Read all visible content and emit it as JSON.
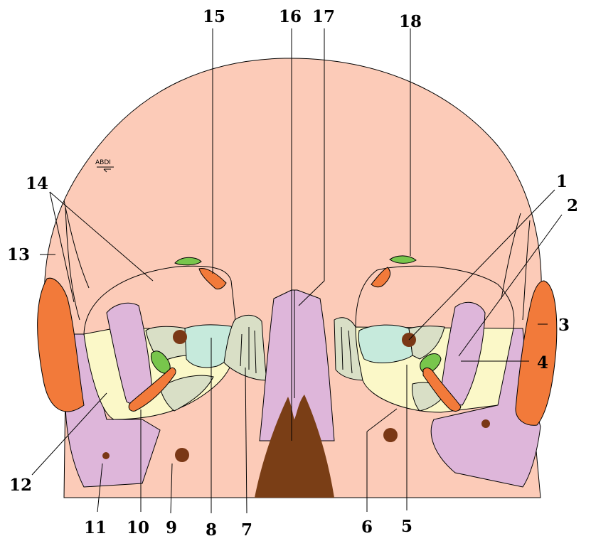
{
  "figure": {
    "labels": {
      "l1": "1",
      "l2": "2",
      "l3": "3",
      "l4": "4",
      "l5": "5",
      "l6": "6",
      "l7": "7",
      "l8": "8",
      "l9": "9",
      "l10": "10",
      "l11": "11",
      "l12": "12",
      "l13": "13",
      "l14": "14",
      "l15": "15",
      "l16": "16",
      "l17": "17",
      "l18": "18"
    },
    "watermark": "ABDI"
  },
  "colors": {
    "skin": "#fccbb8",
    "orange": "#f27a3a",
    "lilac": "#deb6da",
    "yellow": "#fbf8c8",
    "sage": "#d9dfc6",
    "mint": "#c6eadc",
    "green": "#78c64c",
    "brown_dot": "#7a3816",
    "nasal": "#7a3e16"
  }
}
